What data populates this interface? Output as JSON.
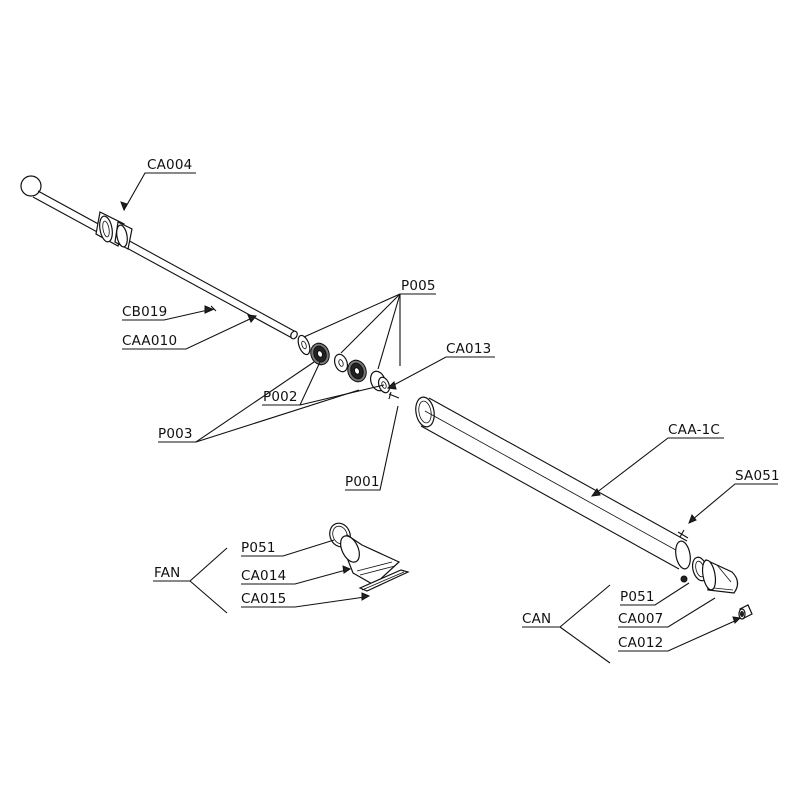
{
  "labels": {
    "ca004": "CA004",
    "cb019": "CB019",
    "caa010": "CAA010",
    "p005": "P005",
    "ca013": "CA013",
    "p002": "P002",
    "p003": "P003",
    "p001": "P001",
    "caa1c": "CAA-1C",
    "sa051": "SA051",
    "fan": "FAN",
    "fan_p051": "P051",
    "ca014": "CA014",
    "ca015": "CA015",
    "can": "CAN",
    "can_p051": "P051",
    "ca007": "CA007",
    "ca012": "CA012"
  },
  "colors": {
    "line": "#111111",
    "background": "#ffffff"
  }
}
